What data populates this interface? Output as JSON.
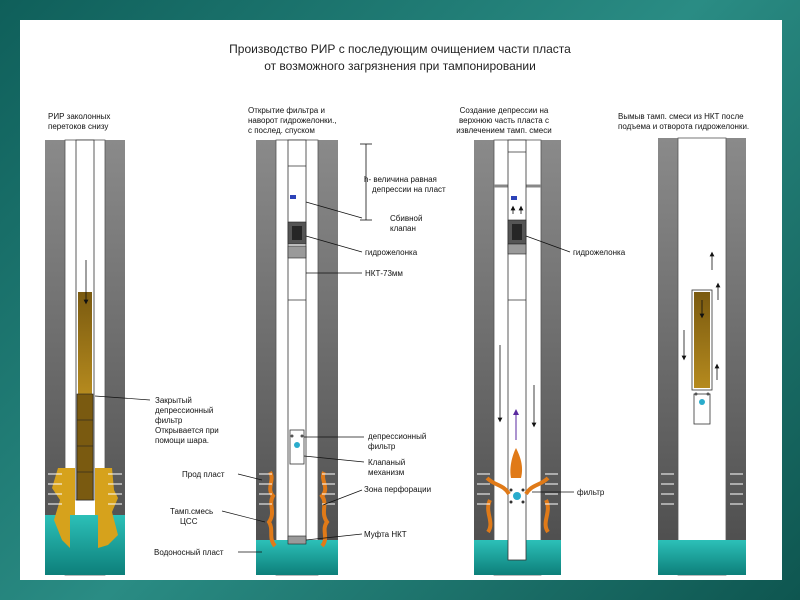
{
  "title": {
    "line1": "Производство РИР с последующим очищением части пласта",
    "line2": "от возможного загрязнения при тампонировании"
  },
  "stages": [
    {
      "line1": "РИР заколонных",
      "line2": "перетоков снизу"
    },
    {
      "line1": "Открытие фильтра и",
      "line2": "наворот гидрожелонки.,",
      "line3": "с послед. спуском"
    },
    {
      "line1": "Создание депрессии на",
      "line2": "верхнюю часть пласта с",
      "line3": "извлечением тамп. смеси"
    },
    {
      "line1": "Вымыв тамп. смеси из НКТ после",
      "line2": "подъема и отворота гидрожелонки."
    }
  ],
  "labels": {
    "closed_filter": [
      "Закрытый",
      "депрессионный",
      "фильтр",
      "Открывается при",
      "помощи шара."
    ],
    "prod_layer": "Прод пласт",
    "tamp_mix": [
      "Тамп.смесь",
      "ЦСС"
    ],
    "water_layer": "Водоносный пласт",
    "h_depression": [
      "h- величина равная",
      "депрессии на пласт"
    ],
    "knock_valve": [
      "Сбивной",
      "клапан"
    ],
    "hydro_bailer": "гидрожелонка",
    "tubing": "НКТ-73мм",
    "depr_filter": [
      "депрессионный",
      "фильтр"
    ],
    "valve_mech": [
      "Клапаный",
      "механизм"
    ],
    "perf_zone": "Зона перфорации",
    "coupling": "Муфта НКТ",
    "hydro_bailer2": "гидрожелонка",
    "filter": "фильтр"
  },
  "colors": {
    "frame": "#1f7a73",
    "casing": "#7f7f7f",
    "cement": "#666666",
    "water": "#1aa6a0",
    "tamp_mix": "#d6a21c",
    "mix_column": "#a07818",
    "oil_streak": "#e07a18",
    "ball": "#2aaccc",
    "valve_dark": "#262626",
    "marker_blue": "#2c43b8",
    "arrow_purple": "#5a2aa0"
  }
}
